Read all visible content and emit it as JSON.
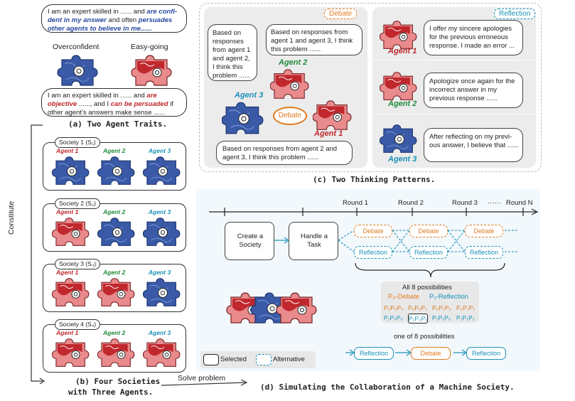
{
  "traits": {
    "overconfident_bubble": {
      "t1": "I am an expert skilled in ...... and ",
      "t2": "are confi-dent in my answer",
      "t3": " and often ",
      "t4": "persuades other agents to believe in me",
      "t5": "......"
    },
    "overconfident_label": "Overconfident",
    "easygoing_label": "Easy-going",
    "easygoing_bubble": {
      "t1": "I am an expert skilled in ...... and ",
      "t2": "are objective",
      "t3": " ......, and I ",
      "t4": "can be persuaded",
      "t5": " if other agent's answers make sense ......"
    },
    "caption": "(a) Two Agent Traits."
  },
  "societies": {
    "agents": [
      "Agent 1",
      "Agent 2",
      "Agent 3"
    ],
    "items": [
      {
        "title": "Society 1 (S₁)"
      },
      {
        "title": "Society 2 (S₂)"
      },
      {
        "title": "Society 3 (S₃)"
      },
      {
        "title": "Society 4 (S₄)"
      }
    ],
    "caption_line1": "(b) Four Societies",
    "caption_line2": "with Three Agents.",
    "constitute": "Constitute"
  },
  "thinking": {
    "debate_tag": "Debate",
    "reflection_tag": "Reflection",
    "debate_center": "Debate",
    "agent1_text": "Based on responses from agent 2 and agent 3, I think this problem ......",
    "agent2_text": "Based on responses from agent 1 and agent 3, I think this problem ......",
    "agent3_text": "Based on responses from agent 1 and agent 2, I think this problem ......",
    "agent1": "Agent 1",
    "agent2": "Agent 2",
    "agent3": "Agent 3",
    "reflect1": "I offer my sincere apologies for the previous erroneous response. I made an error ...",
    "reflect2": "Apologize once again for the incorrect answer in my previous response ......",
    "reflect3": "After reflecting on my previ-ous answer, I believe that ......",
    "caption": "(c) Two Thinking Patterns."
  },
  "simulation": {
    "rounds": [
      "Round 1",
      "Round 2",
      "Round 3",
      "Round N"
    ],
    "ellipsis": "······",
    "create": "Create a Society",
    "handle": "Handle a Task",
    "debate": "Debate",
    "reflection": "Reflection",
    "possibilities_title": "All 8 possibilities",
    "p0_label": "P₀-Debate",
    "p1_label": "P₁-Reflection",
    "combos": [
      "P₀P₀P₀",
      "P₀P₀P₁",
      "P₀P₁P₀",
      "P₀P₁P₁",
      "P₁P₀P₀",
      "P₁P₀P₁",
      "P₁P₁P₀",
      "P₁P₁P₁"
    ],
    "one_of": "one of 8 possibilities",
    "legend_selected": "Selected",
    "legend_alternative": "Alternative",
    "caption": "(d) Simulating the Collaboration of a Machine Society.",
    "solve": "Solve problem"
  },
  "colors": {
    "red": "#c0282d",
    "green": "#1f8a3b",
    "cyan": "#1b91b8",
    "orange": "#e07b22",
    "blue": "#3a5aa8"
  }
}
